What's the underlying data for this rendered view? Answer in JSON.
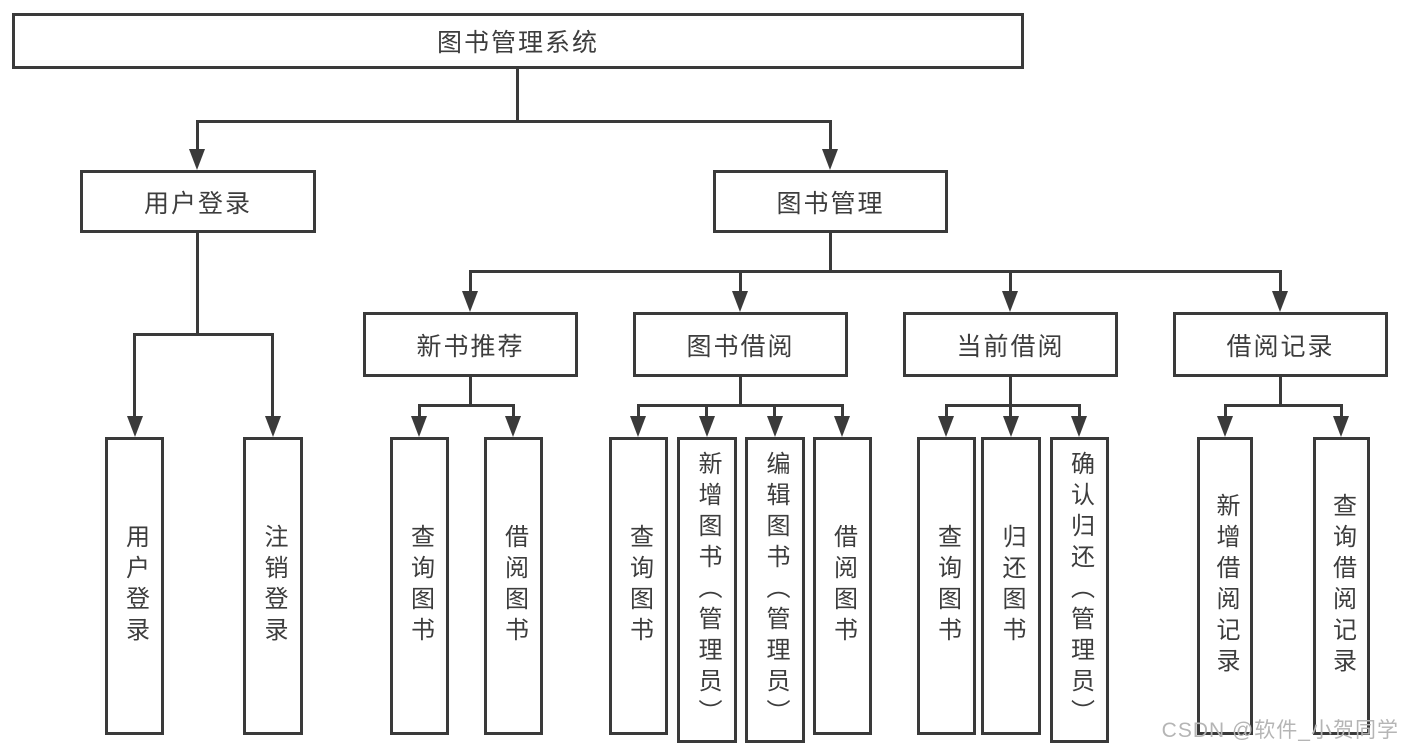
{
  "diagram": {
    "title": "图书管理系统",
    "root": {
      "label": "图书管理系统"
    },
    "level2": [
      {
        "label": "用户登录"
      },
      {
        "label": "图书管理"
      }
    ],
    "level3": [
      {
        "label": "新书推荐"
      },
      {
        "label": "图书借阅"
      },
      {
        "label": "当前借阅"
      },
      {
        "label": "借阅记录"
      }
    ],
    "leaves": {
      "user_login": [
        {
          "label": "用户登录"
        },
        {
          "label": "注销登录"
        }
      ],
      "new_book": [
        {
          "label": "查询图书"
        },
        {
          "label": "借阅图书"
        }
      ],
      "borrow": [
        {
          "label": "查询图书"
        },
        {
          "label": "新增图书（管理员）"
        },
        {
          "label": "编辑图书（管理员）"
        },
        {
          "label": "借阅图书"
        }
      ],
      "current": [
        {
          "label": "查询图书"
        },
        {
          "label": "归还图书"
        },
        {
          "label": "确认归还（管理员）"
        }
      ],
      "records": [
        {
          "label": "新增借阅记录"
        },
        {
          "label": "查询借阅记录"
        }
      ]
    },
    "colors": {
      "line": "#3a3a3a",
      "text": "#3d3d3d",
      "background": "#ffffff",
      "watermark": "#b5b5b5"
    }
  },
  "watermark": {
    "text": "CSDN @软件_小贺同学"
  }
}
